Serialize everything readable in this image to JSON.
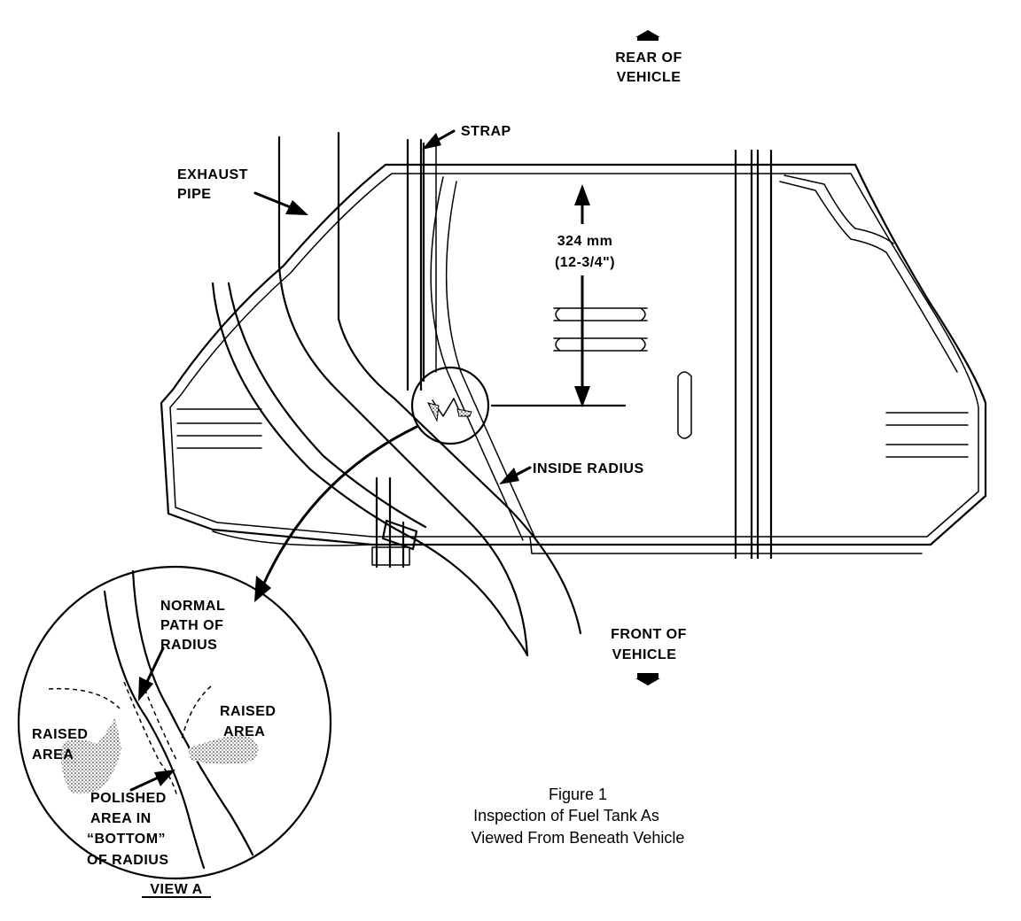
{
  "labels": {
    "rear_line1": "REAR OF",
    "rear_line2": "VEHICLE",
    "strap": "STRAP",
    "exhaust_line1": "EXHAUST",
    "exhaust_line2": "PIPE",
    "dimension_mm": "324 mm",
    "dimension_in": "(12-3/4\")",
    "inside_radius": "INSIDE RADIUS",
    "front_line1": "FRONT OF",
    "front_line2": "VEHICLE",
    "normal_line1": "NORMAL",
    "normal_line2": "PATH OF",
    "normal_line3": "RADIUS",
    "raised_right_line1": "RAISED",
    "raised_right_line2": "AREA",
    "raised_left_line1": "RAISED",
    "raised_left_line2": "AREA",
    "polished_line1": "POLISHED",
    "polished_line2": "AREA IN",
    "polished_line3": "“BOTTOM”",
    "polished_line4": "OF RADIUS",
    "view_label": "VIEW A"
  },
  "caption": {
    "line1": "Figure 1",
    "line2": "Inspection of Fuel Tank As",
    "line3": "Viewed From Beneath Vehicle"
  }
}
